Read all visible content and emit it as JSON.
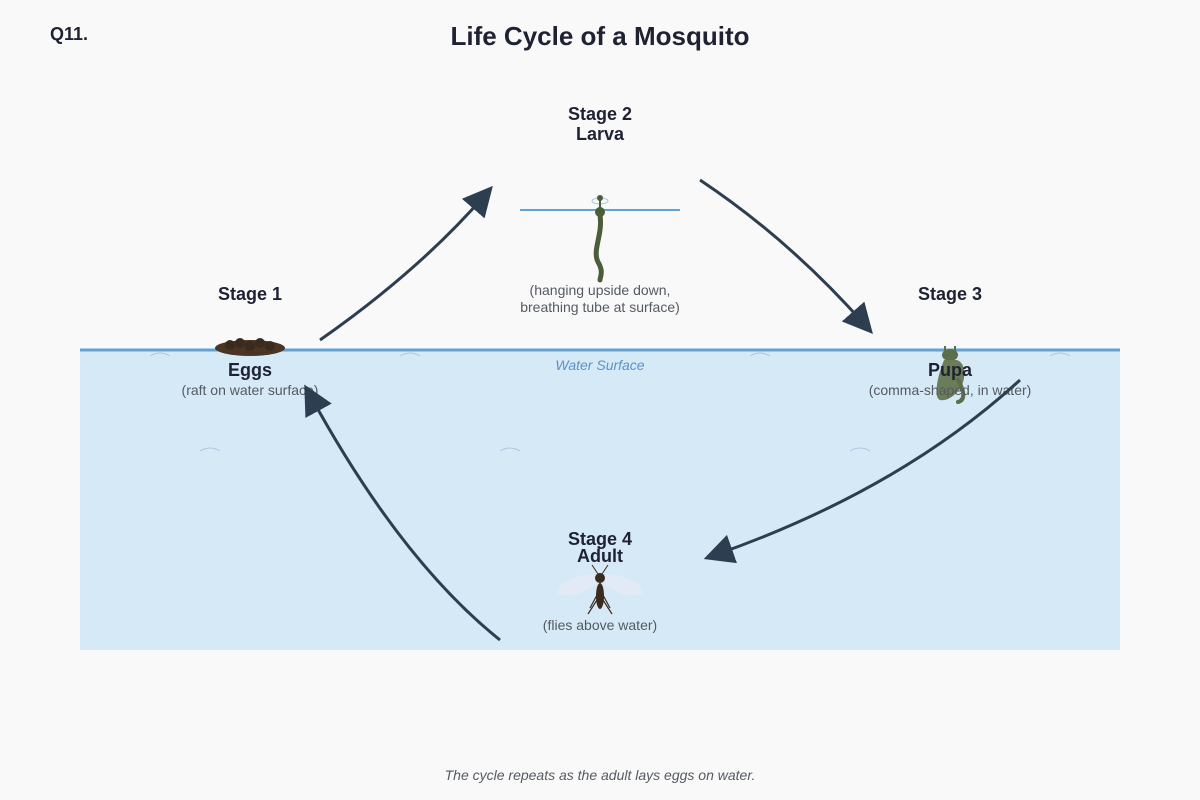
{
  "question_number": "Q11.",
  "title": "Life Cycle of a Mosquito",
  "water_label": "Water Surface",
  "footer": "The cycle repeats as the adult lays eggs on water.",
  "colors": {
    "water": "#d6e9f7",
    "water_line": "#5fa3d6",
    "arrow": "#2c3e50",
    "larva": "#4a5e3a",
    "pupa": "#5c6e4a",
    "eggs": "#3b2a1e",
    "adult": "#3b2a1e"
  },
  "stages": {
    "eggs": {
      "label": "Stage 1",
      "name": "Eggs",
      "note": "(raft on water surface)",
      "icon": "egg-raft-icon"
    },
    "larva": {
      "label": "Stage 2",
      "name": "Larva",
      "note_line1": "(hanging upside down,",
      "note_line2": "breathing tube at surface)",
      "icon": "larva-icon"
    },
    "pupa": {
      "label": "Stage 3",
      "name": "Pupa",
      "note": "(comma-shaped, in water)",
      "icon": "pupa-icon"
    },
    "adult": {
      "label": "Stage 4",
      "name": "Adult",
      "note": "(flies above water)",
      "icon": "mosquito-icon"
    }
  },
  "arrows": [
    {
      "from": "Eggs",
      "to": "Larva"
    },
    {
      "from": "Larva",
      "to": "Pupa"
    },
    {
      "from": "Pupa",
      "to": "Adult"
    },
    {
      "from": "Adult",
      "to": "Eggs"
    }
  ]
}
